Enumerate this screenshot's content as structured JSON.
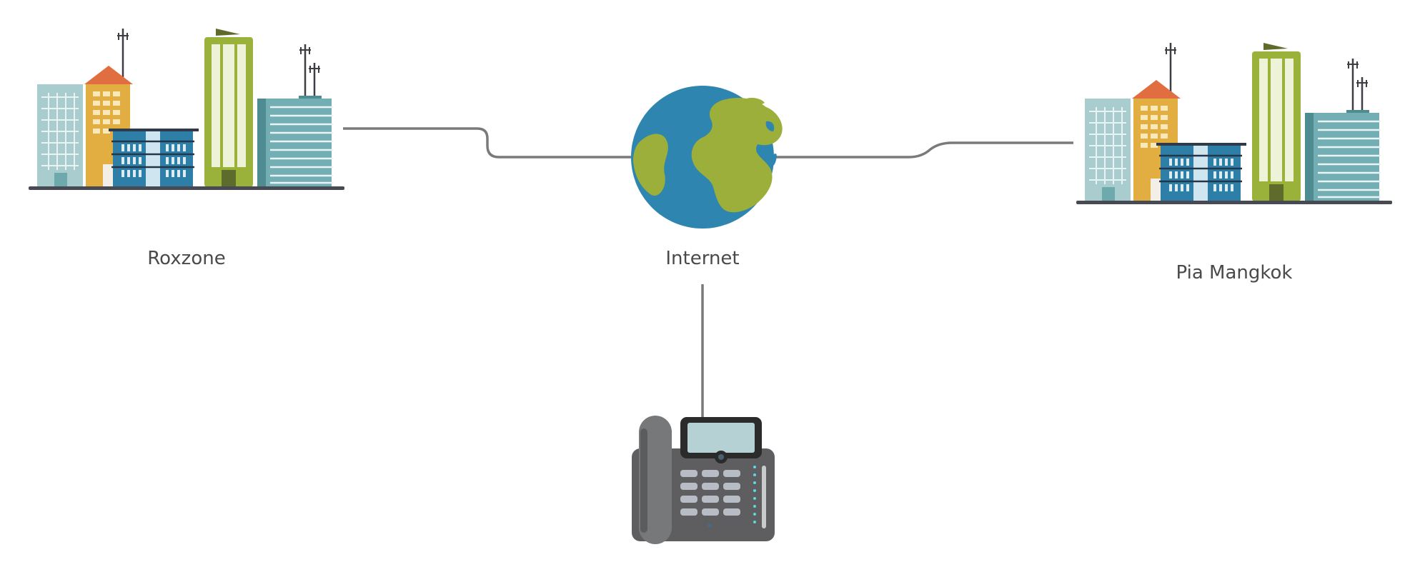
{
  "nodes": {
    "site_left": {
      "label": "Roxzone",
      "icon": "city-buildings-icon"
    },
    "internet": {
      "label": "Internet",
      "icon": "globe-icon"
    },
    "site_right": {
      "label": "Pia Mangkok",
      "icon": "city-buildings-icon"
    },
    "phone": {
      "label": "",
      "icon": "desk-phone-icon"
    }
  },
  "connections": [
    {
      "from": "Roxzone",
      "to": "Internet"
    },
    {
      "from": "Internet",
      "to": "Pia Mangkok"
    },
    {
      "from": "Internet",
      "to": "phone"
    }
  ],
  "colors": {
    "connector": "#7a7a7a",
    "ocean": "#2e86b0",
    "land": "#9caf3a",
    "building_teal": "#73aeb4",
    "building_orange": "#e2ae42",
    "building_blue": "#2e7fa8",
    "building_green": "#9ab23a",
    "roof": "#e06e40",
    "ground": "#474a52",
    "phone_body": "#5e5e60",
    "phone_screen": "#b6d1d3"
  }
}
